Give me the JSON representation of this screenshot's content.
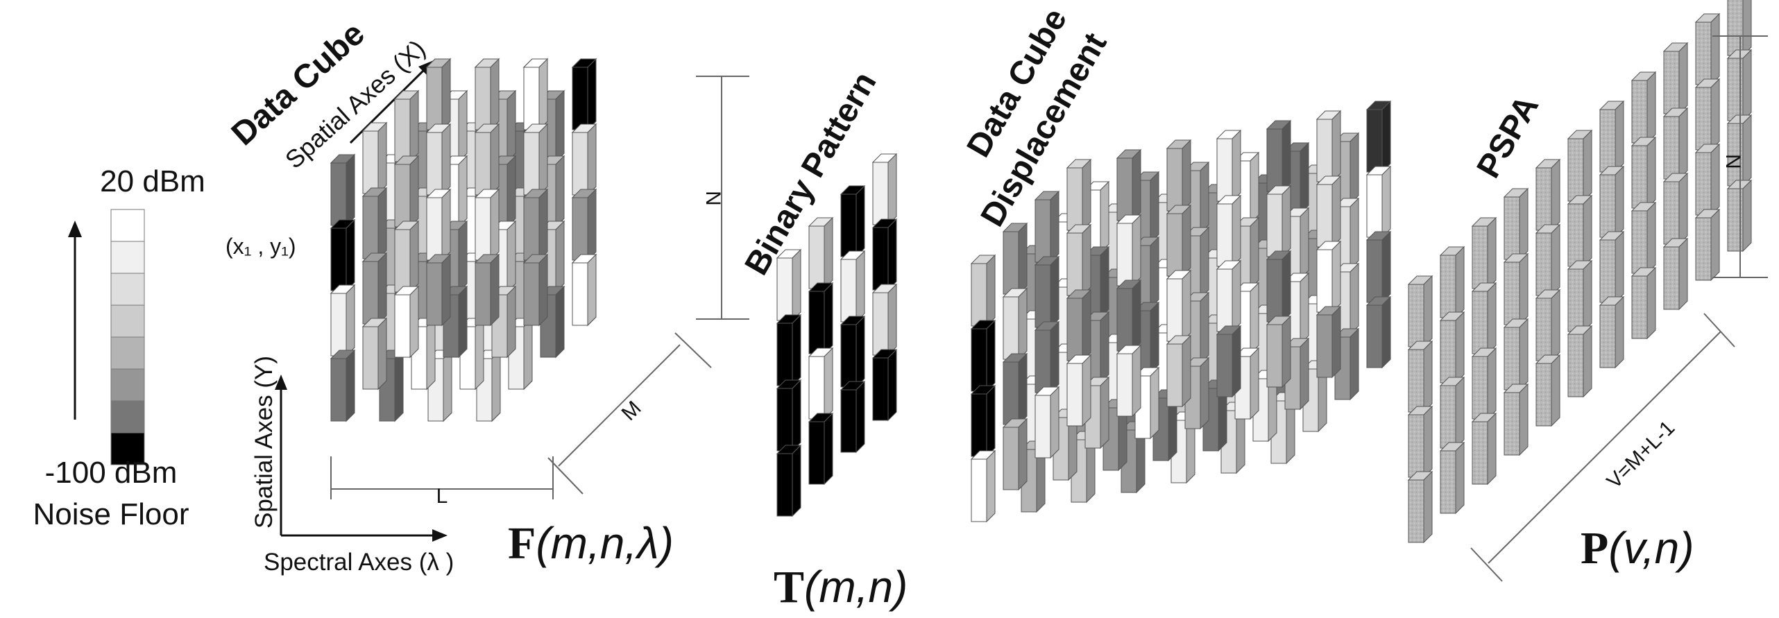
{
  "legend": {
    "top_label": "20 dBm",
    "bottom_label": "-100 dBm",
    "bottom_sublabel": "Noise Floor",
    "colors": [
      "#ffffff",
      "#f0f0f0",
      "#dedede",
      "#cccccc",
      "#b4b4b4",
      "#969696",
      "#777777",
      "#000000"
    ]
  },
  "data_cube": {
    "title": "Data Cube",
    "spatial_x_label": "Spatial Axes (X)",
    "spatial_y_label": "Spatial Axes (Y)",
    "spectral_label": "Spectral Axes (λ )",
    "point_label": "(x₁ , y₁)",
    "dim_l": "L",
    "dim_m": "M",
    "dim_n": "N",
    "formula_bold": "F",
    "formula_italic": "(m,n,λ)"
  },
  "binary_pattern": {
    "title": "Binary Pattern",
    "formula_bold": "T",
    "formula_italic": "(m,n)"
  },
  "displacement": {
    "title_line1": "Data Cube",
    "title_line2": "Displacement"
  },
  "pspa": {
    "title": "PSPA",
    "dim_n": "N",
    "dim_v": "V=M+L-1",
    "formula_bold": "P",
    "formula_italic": "(v,n)"
  }
}
